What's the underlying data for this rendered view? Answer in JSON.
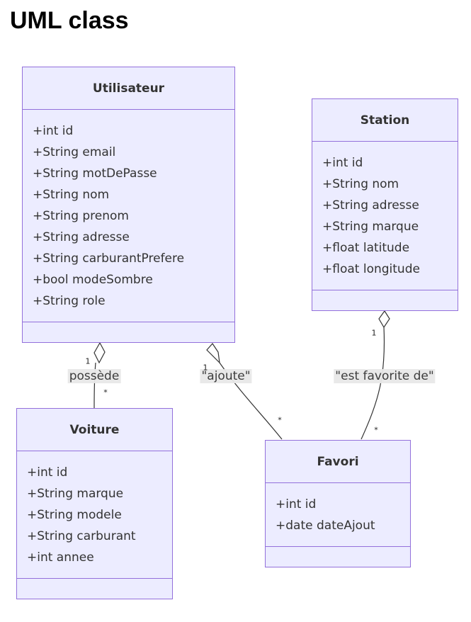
{
  "title": "UML class",
  "classes": {
    "utilisateur": {
      "name": "Utilisateur",
      "attributes": [
        "+int id",
        "+String email",
        "+String motDePasse",
        "+String nom",
        "+String prenom",
        "+String adresse",
        "+String carburantPrefere",
        "+bool modeSombre",
        "+String role"
      ]
    },
    "station": {
      "name": "Station",
      "attributes": [
        "+int id",
        "+String nom",
        "+String adresse",
        "+String marque",
        "+float latitude",
        "+float longitude"
      ]
    },
    "voiture": {
      "name": "Voiture",
      "attributes": [
        "+int id",
        "+String marque",
        "+String modele",
        "+String carburant",
        "+int annee"
      ]
    },
    "favori": {
      "name": "Favori",
      "attributes": [
        "+int id",
        "+date dateAjout"
      ]
    }
  },
  "relations": {
    "possede": {
      "from": "Utilisateur",
      "to": "Voiture",
      "type": "aggregation",
      "label": "possède",
      "from_mult": "1",
      "to_mult": "*"
    },
    "ajoute": {
      "from": "Utilisateur",
      "to": "Favori",
      "type": "aggregation",
      "label": "\"ajoute\"",
      "from_mult": "1",
      "to_mult": "*"
    },
    "favorite": {
      "from": "Station",
      "to": "Favori",
      "type": "aggregation",
      "label": "\"est favorite de\"",
      "from_mult": "1",
      "to_mult": "*"
    }
  },
  "colors": {
    "box_fill": "#ececff",
    "box_border": "#9370db",
    "edge": "#333333",
    "label_bg": "#e8e8e8"
  }
}
